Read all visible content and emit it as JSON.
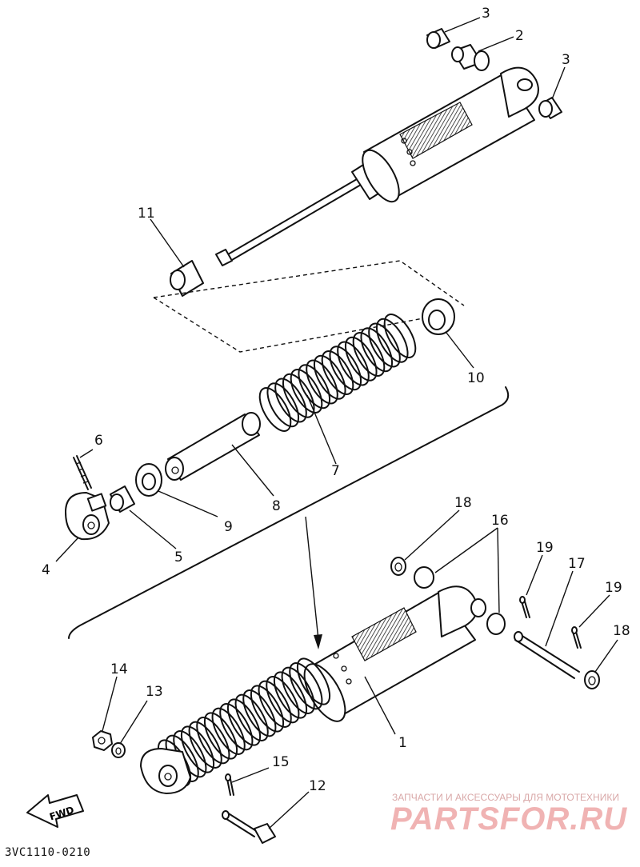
{
  "callouts": {
    "c1": "1",
    "c2": "2",
    "c3a": "3",
    "c3b": "3",
    "c4": "4",
    "c5": "5",
    "c6": "6",
    "c7": "7",
    "c8": "8",
    "c9": "9",
    "c10": "10",
    "c11": "11",
    "c12": "12",
    "c13": "13",
    "c14": "14",
    "c15": "15",
    "c16": "16",
    "c17": "17",
    "c18a": "18",
    "c18b": "18",
    "c19a": "19",
    "c19b": "19"
  },
  "fwd_label": "FWD",
  "doc_code": "3VC1110-0210",
  "watermark": {
    "tagline": "ЗАПЧАСТИ И АКСЕССУАРЫ ДЛЯ МОТОТЕХНИКИ",
    "logo": "PARTSFOR.RU"
  },
  "colors": {
    "ink": "#111111",
    "watermark": "#f0b3b3"
  }
}
